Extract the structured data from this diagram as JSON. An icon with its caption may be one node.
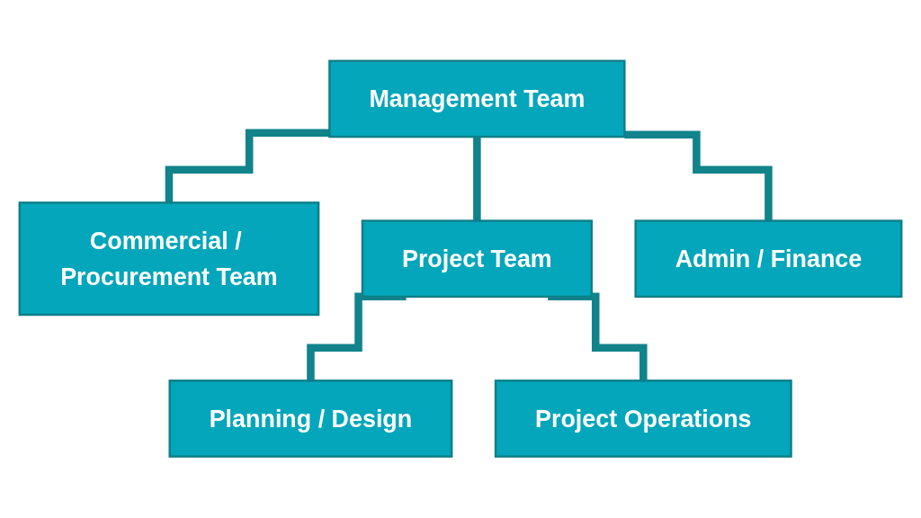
{
  "diagram": {
    "nodes": [
      {
        "text": [
          "Management Team"
        ]
      },
      {
        "text": [
          "Commercial / Procurement Team"
        ]
      },
      {
        "text": [
          "Project Team"
        ]
      },
      {
        "text": [
          "Admin / Finance"
        ]
      },
      {
        "text": [
          "Planning / Design"
        ]
      },
      {
        "text": [
          "Project Operations"
        ]
      }
    ],
    "edges": [
      {
        "from": 0,
        "to": 1,
        "arrow": "none"
      },
      {
        "from": 0,
        "to": 2,
        "arrow": "none"
      },
      {
        "from": 0,
        "to": 3,
        "arrow": "none"
      },
      {
        "from": 2,
        "to": 4,
        "arrow": "none"
      },
      {
        "from": 2,
        "to": 5,
        "arrow": "none"
      }
    ]
  }
}
